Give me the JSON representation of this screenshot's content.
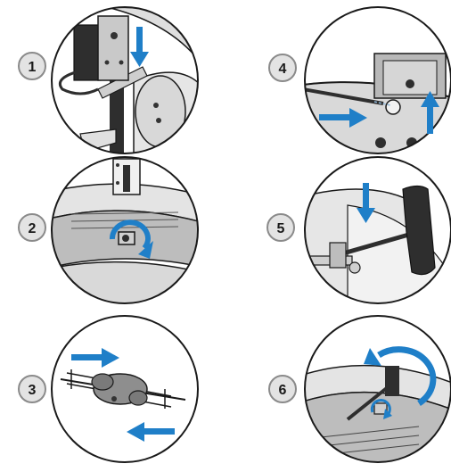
{
  "steps": [
    {
      "number": "1",
      "illustration": "motor-mount-drop"
    },
    {
      "number": "2",
      "illustration": "bracket-screw-rotate"
    },
    {
      "number": "3",
      "illustration": "chicken-on-spit"
    },
    {
      "number": "4",
      "illustration": "spit-insert-motor"
    },
    {
      "number": "5",
      "illustration": "handle-fit"
    },
    {
      "number": "6",
      "illustration": "handle-rotate"
    }
  ],
  "colors": {
    "arrow": "#1f7fc8",
    "badge_fill": "#e3e3e3",
    "badge_stroke": "#8a8a8a",
    "line": "#1a1a1a",
    "metal": "#cfcfcf",
    "dark": "#2e2e2e"
  }
}
